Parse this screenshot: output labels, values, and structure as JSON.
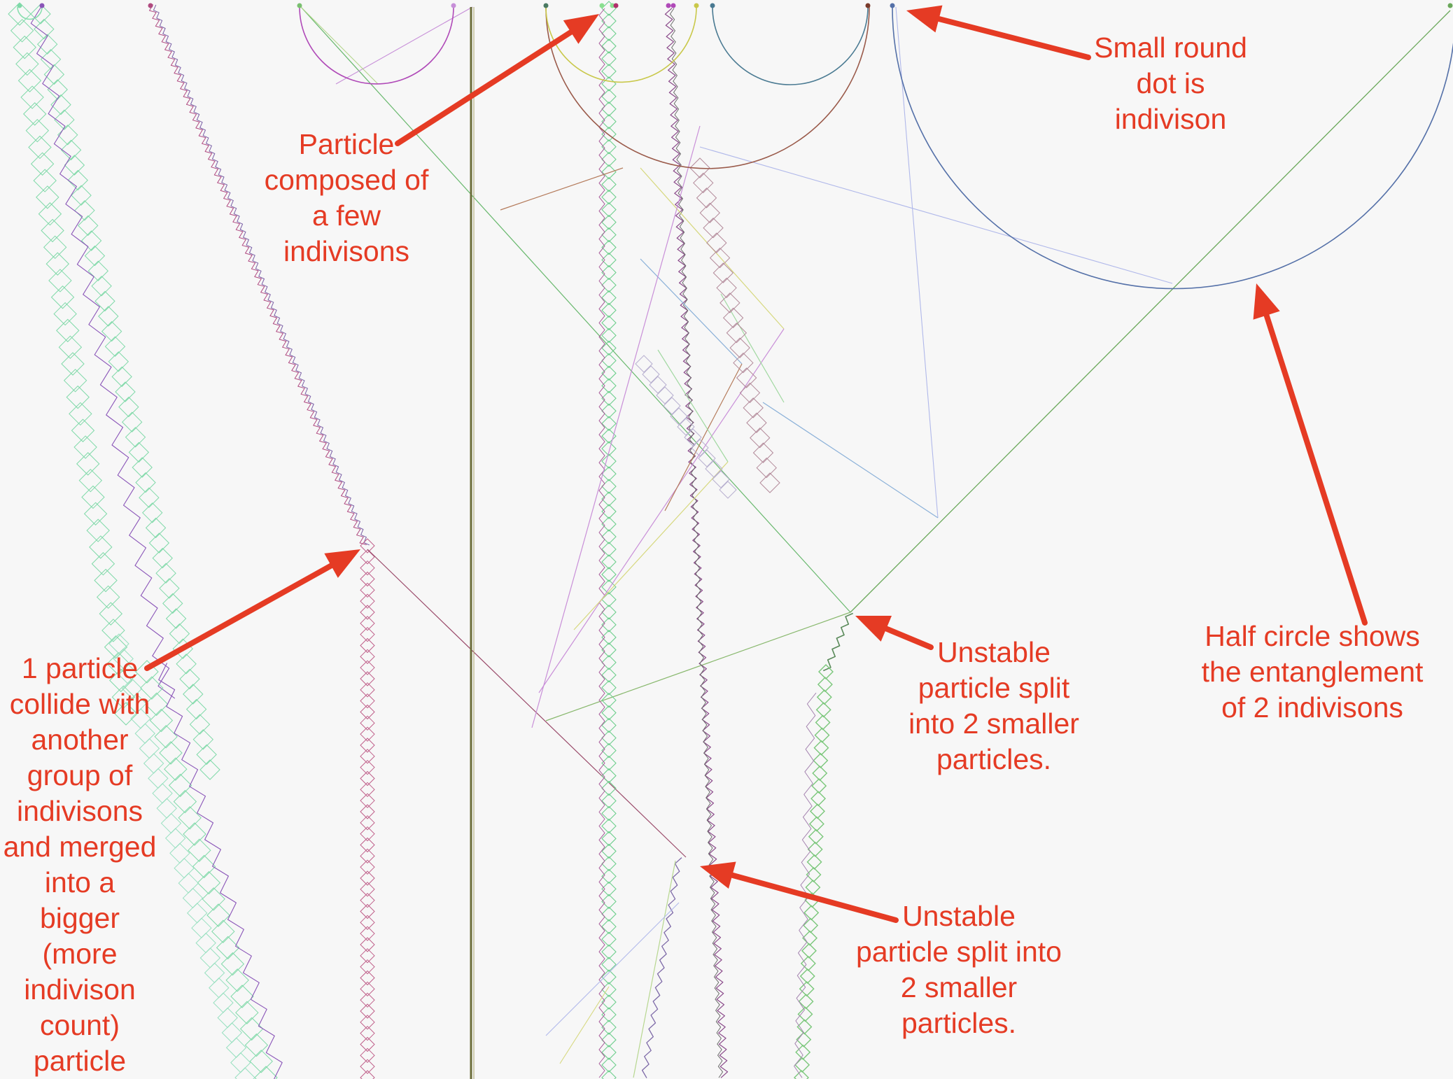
{
  "accent_color": "#e53b24",
  "background_color": "#f7f7f7",
  "annotations": [
    {
      "id": "particle-composed",
      "lines": [
        "Particle",
        "composed of",
        "a few",
        "indivisons"
      ]
    },
    {
      "id": "small-round-dot",
      "lines": [
        "Small round",
        "dot is",
        "indivison"
      ]
    },
    {
      "id": "half-circle",
      "lines": [
        "Half circle shows",
        "the entanglement",
        "of 2 indivisons"
      ]
    },
    {
      "id": "unstable-split-1",
      "lines": [
        "Unstable",
        "particle split",
        "into 2 smaller",
        "particles."
      ]
    },
    {
      "id": "unstable-split-2",
      "lines": [
        "Unstable",
        "particle split into",
        "2 smaller",
        "particles."
      ]
    },
    {
      "id": "particle-collide",
      "lines": [
        "1 particle",
        "collide with",
        "another",
        "group of",
        "indivisons",
        "and merged",
        "into a",
        "bigger",
        "(more",
        "indivison",
        "count)",
        "particle"
      ]
    }
  ],
  "legend": {
    "indivison_dot_icon": "small-round-dot",
    "entanglement_icon": "half-circle-arc"
  }
}
